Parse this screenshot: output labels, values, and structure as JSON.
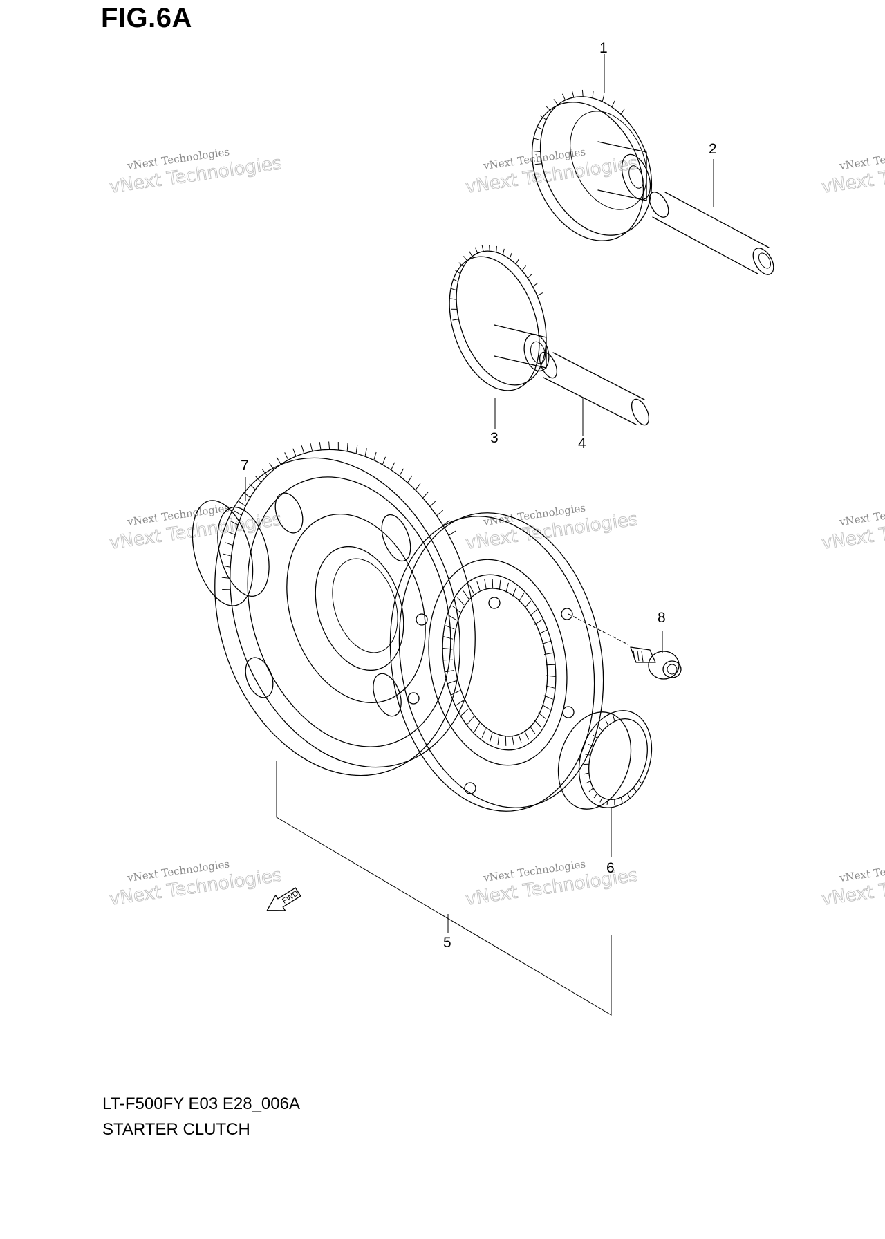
{
  "figure": {
    "title": "FIG.6A"
  },
  "diagram_code": "LT-F500FY E03 E28_006A",
  "diagram_name": "STARTER CLUTCH",
  "direction_marker": "FWD",
  "callouts": [
    "1",
    "2",
    "3",
    "4",
    "5",
    "6",
    "7",
    "8"
  ],
  "watermark": {
    "line1": "vNext Technologies",
    "line2": "vNext Technologies"
  }
}
